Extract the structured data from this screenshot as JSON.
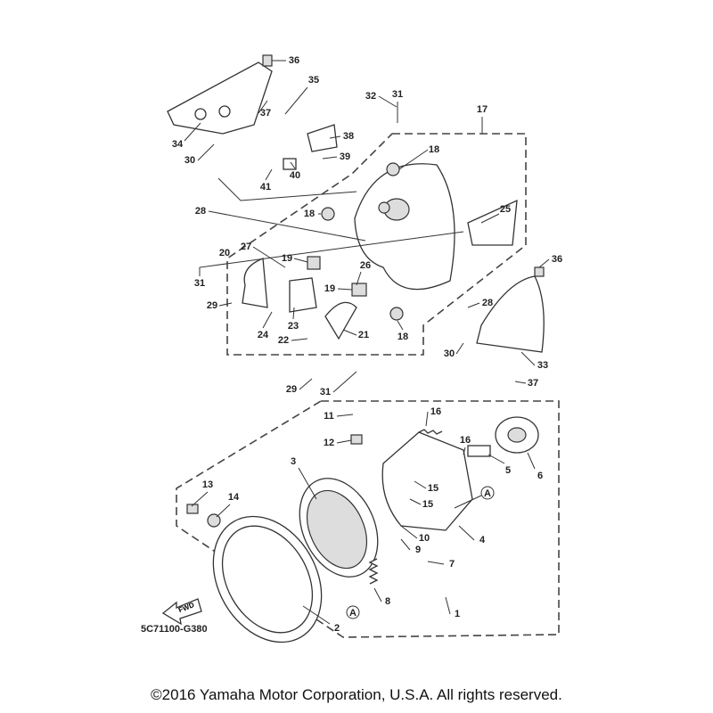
{
  "diagram": {
    "part_code": "5C71100-G380",
    "fwd_label": "FWD",
    "ref_marker": "A",
    "callouts": [
      "36",
      "35",
      "37",
      "32",
      "31",
      "17",
      "34",
      "30",
      "38",
      "39",
      "40",
      "41",
      "18",
      "28",
      "18",
      "25",
      "27",
      "20",
      "19",
      "26",
      "36",
      "31",
      "19",
      "29",
      "23",
      "28",
      "24",
      "22",
      "21",
      "18",
      "30",
      "33",
      "37",
      "29",
      "31",
      "11",
      "16",
      "12",
      "16",
      "3",
      "5",
      "6",
      "15",
      "13",
      "14",
      "15",
      "10",
      "4",
      "9",
      "7",
      "8",
      "1",
      "2"
    ]
  },
  "footer": {
    "copyright": "©2016 Yamaha Motor Corporation, U.S.A. All rights reserved."
  }
}
